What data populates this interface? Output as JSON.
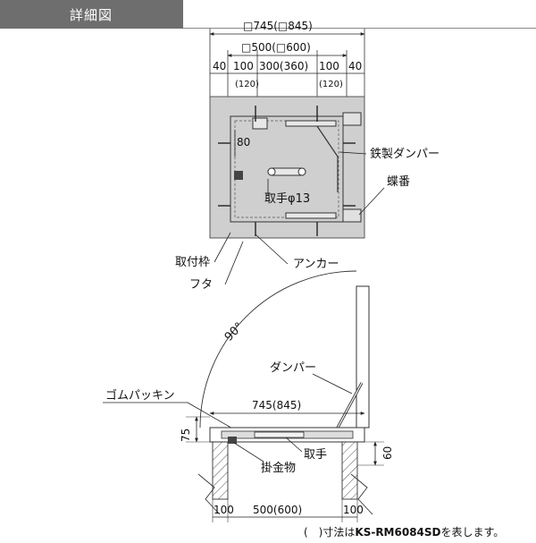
{
  "header": {
    "title": "詳細図"
  },
  "plan_view": {
    "dims_top": {
      "outer": "□745(□845)",
      "inner": "□500(□600)",
      "left_margin": "40",
      "right_margin": "40",
      "left_100": "100",
      "center": "300(360)",
      "right_100": "100",
      "left_120": "(120)",
      "right_120": "(120)"
    },
    "dim_80": "80",
    "labels": {
      "damper": "鉄製ダンパー",
      "hinge": "蝶番",
      "handle": "取手φ13",
      "frame": "取付枠",
      "anchor": "アンカー",
      "lid": "フタ"
    }
  },
  "section_view": {
    "angle": "90°",
    "labels": {
      "damper": "ダンパー",
      "gasket": "ゴムパッキン",
      "handle": "取手",
      "latch": "掛金物"
    },
    "dims": {
      "top_width": "745(845)",
      "height_75": "75",
      "height_60": "60",
      "bottom_left": "100",
      "bottom_center": "500(600)",
      "bottom_right": "100"
    }
  },
  "footnote": {
    "paren": "(　)",
    "text_before": "寸法は",
    "model": "KS-RM6084SD",
    "text_after": "を表します。"
  }
}
